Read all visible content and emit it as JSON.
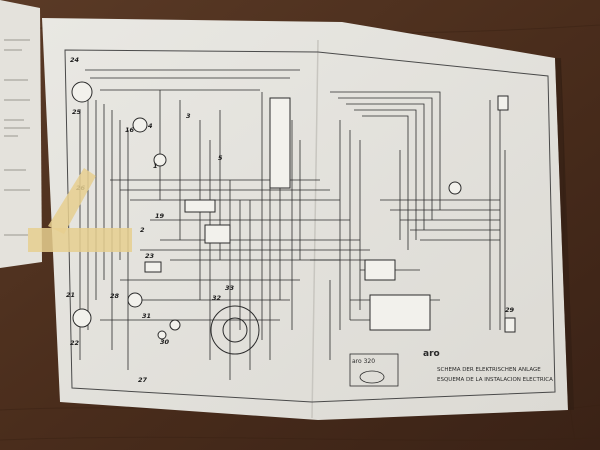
{
  "photo": {
    "colors": {
      "table": "#4a2e1e",
      "paper": "#ecebe6",
      "ink": "#2c2c2c",
      "tape": "#e6cf8f"
    }
  },
  "diagram": {
    "numbers": [
      "24",
      "25",
      "16",
      "4",
      "3",
      "1",
      "26",
      "19",
      "2",
      "23",
      "21",
      "22",
      "31",
      "30",
      "27",
      "28",
      "32",
      "29",
      "33",
      "5"
    ],
    "model": "aro",
    "model_code": "aro 320",
    "caption_de": "SCHEMA DER ELEKTRISCHEN ANLAGE",
    "caption_es": "ESQUEMA DE LA INSTALACION ELECTRICA"
  }
}
